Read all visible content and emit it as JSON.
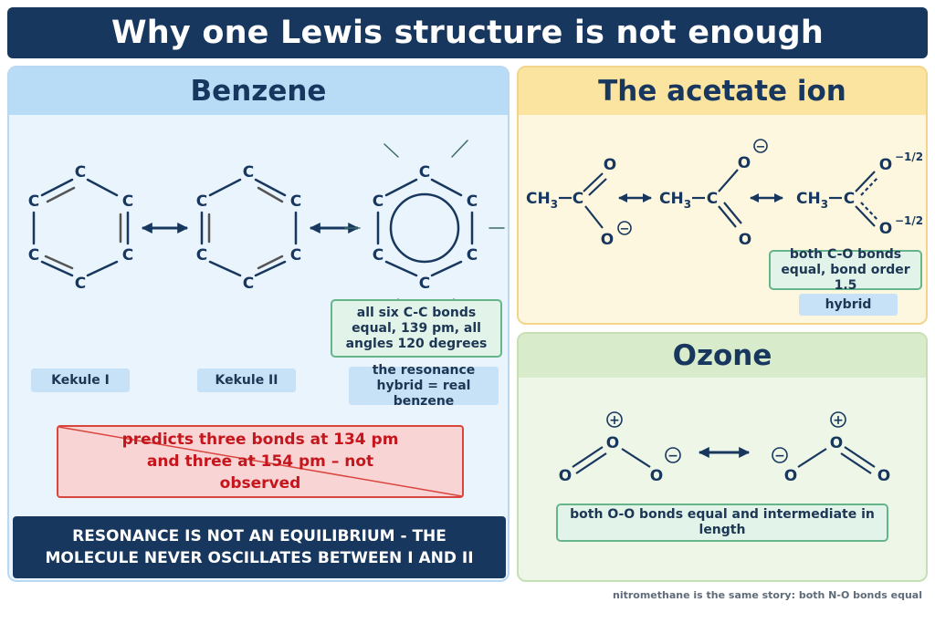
{
  "title": "Why one Lewis structure is not enough",
  "benzene": {
    "heading": "Benzene",
    "atom": "C",
    "label_kekule_1": "Kekule I",
    "label_kekule_2": "Kekule II",
    "hybrid_note": "all six C-C bonds equal, 139 pm, all angles 120 degrees",
    "hybrid_label": "the resonance hybrid = real benzene",
    "wrong_prediction": "predicts three bonds at 134 pm and three at 154 pm – not observed",
    "equilibrium_note": "RESONANCE IS NOT AN EQUILIBRIUM - THE MOLECULE NEVER OSCILLATES BETWEEN I AND II"
  },
  "acetate": {
    "heading": "The acetate ion",
    "methyl": "CH",
    "methyl_sub": "3",
    "carbon": "C",
    "oxygen": "O",
    "charge_minus": "−",
    "partial_charge": "−1/2",
    "hybrid_note": "both C-O bonds equal, bond order 1.5",
    "hybrid_label": "hybrid"
  },
  "ozone": {
    "heading": "Ozone",
    "oxygen": "O",
    "charge_plus": "+",
    "charge_minus": "−",
    "note": "both O-O bonds equal and intermediate in length"
  },
  "footer": "nitromethane is the same story: both N-O bonds equal"
}
